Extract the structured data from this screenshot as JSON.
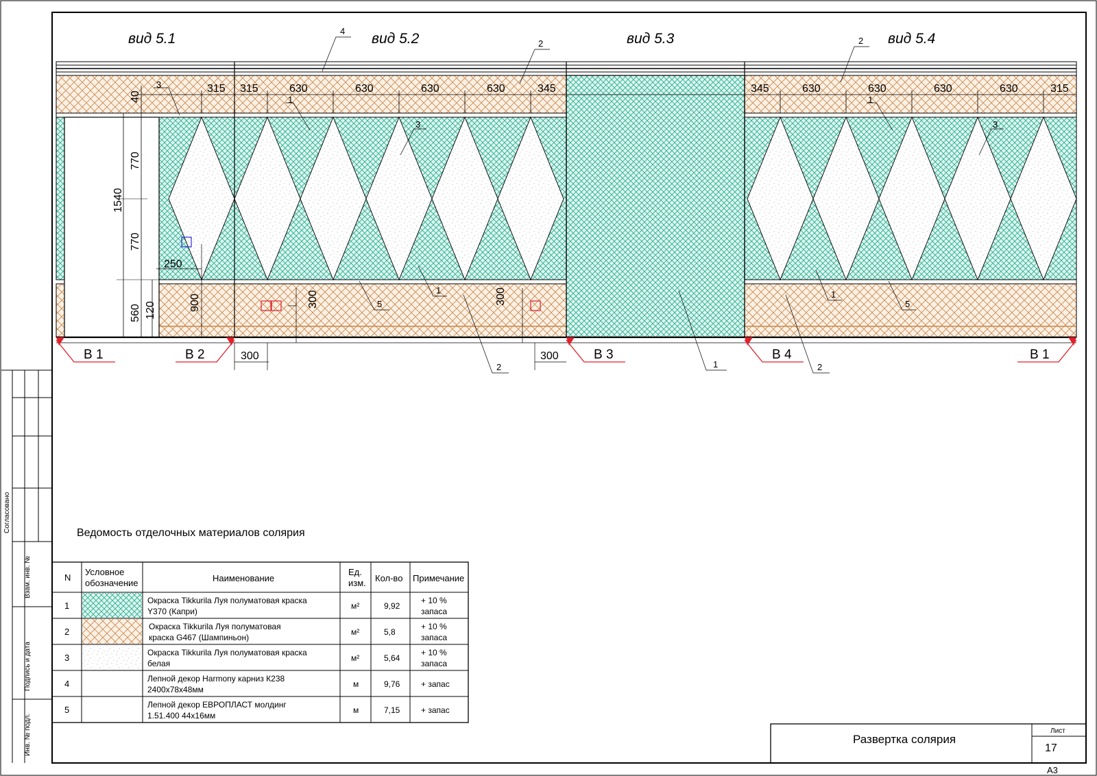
{
  "views": [
    "вид 5.1",
    "вид 5.2",
    "вид 5.3",
    "вид 5.4"
  ],
  "sections": [
    "В 1",
    "В 2",
    "В 3",
    "В 4",
    "В 1"
  ],
  "frieze_dims": [
    "315",
    "315",
    "630",
    "630",
    "630",
    "630",
    "345",
    "345",
    "630",
    "630",
    "630",
    "630",
    "315"
  ],
  "vertical_dims": [
    "40",
    "770",
    "1540",
    "770",
    "560",
    "120",
    "900"
  ],
  "bottom_dims": [
    "250",
    "300",
    "300",
    "300",
    "300"
  ],
  "leaders": [
    "1",
    "2",
    "3",
    "4",
    "5"
  ],
  "left_stamp": {
    "agreed": "Согласовано",
    "vzam": "Взам. инв. №",
    "podpis": "Подпись и дата",
    "inv": "Инв. № подл."
  },
  "schedule": {
    "title": "Ведомость отделочных материалов солярия",
    "headers": {
      "n": "N",
      "symbol": [
        "Условное",
        "обозначение"
      ],
      "name": "Наименование",
      "unit": [
        "Ед.",
        "изм."
      ],
      "qty": "Кол-во",
      "note": "Примечание"
    },
    "rows": [
      {
        "n": "1",
        "swatch": "teal",
        "name": [
          "Окраска Tikkurila Луя полуматовая краска",
          "Y370 (Капри)"
        ],
        "unit": "м²",
        "qty": "9,92",
        "note": [
          "+ 10 %",
          "запаса"
        ]
      },
      {
        "n": "2",
        "swatch": "tan",
        "name": [
          "Окраска Tikkurila Луя полуматовая",
          "краска G467 (Шампиньон)"
        ],
        "unit": "м²",
        "qty": "5,8",
        "note": [
          "+ 10 %",
          "запаса"
        ]
      },
      {
        "n": "3",
        "swatch": "white",
        "name": [
          "Окраска Tikkurila Луя полуматовая краска",
          "белая"
        ],
        "unit": "м²",
        "qty": "5,64",
        "note": [
          "+ 10 %",
          "запаса"
        ]
      },
      {
        "n": "4",
        "swatch": "none",
        "name": [
          "Лепной декор Harmony  карниз  К238",
          "2400x78x48мм"
        ],
        "unit": "м",
        "qty": "9,76",
        "note": [
          "+ запас",
          ""
        ]
      },
      {
        "n": "5",
        "swatch": "none",
        "name": [
          "Лепной декор ЕВРОПЛАСТ молдинг",
          "1.51.400 44x16мм"
        ],
        "unit": "м",
        "qty": "7,15",
        "note": [
          "+ запас",
          ""
        ]
      }
    ]
  },
  "title_block": {
    "title": "Развертка солярия",
    "sheet_label": "Лист",
    "sheet_no": "17",
    "format": "А3"
  },
  "colors": {
    "teal": "#1fae8f",
    "tan": "#c9874a",
    "red": "#e0202a",
    "blue": "#2b2bd6"
  }
}
